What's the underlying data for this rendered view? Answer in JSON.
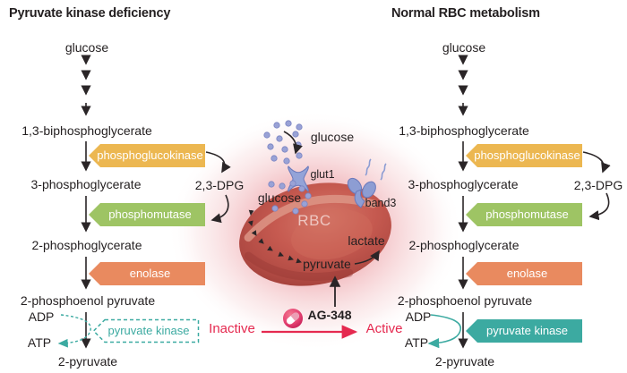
{
  "diagram": {
    "left": {
      "title": "Pyruvate kinase deficiency",
      "glucose": "glucose",
      "bpg13": "1,3-biphosphoglycerate",
      "pg3": "3-phosphoglycerate",
      "pg2": "2-phosphoglycerate",
      "pep2": "2-phosphoenol pyruvate",
      "pyr2": "2-pyruvate",
      "enz_phosphoglucokinase": "phosphoglucokinase",
      "enz_phosphomutase": "phosphomutase",
      "enz_enolase": "enolase",
      "enz_pyruvate_kinase": "pyruvate kinase",
      "adp": "ADP",
      "atp": "ATP",
      "dpg": "2,3-DPG",
      "state": "Inactive"
    },
    "right": {
      "title": "Normal RBC metabolism",
      "glucose": "glucose",
      "bpg13": "1,3-biphosphoglycerate",
      "pg3": "3-phosphoglycerate",
      "pg2": "2-phosphoglycerate",
      "pep2": "2-phosphoenol pyruvate",
      "pyr2": "2-pyruvate",
      "enz_phosphoglucokinase": "phosphoglucokinase",
      "enz_phosphomutase": "phosphomutase",
      "enz_enolase": "enolase",
      "enz_pyruvate_kinase": "pyruvate kinase",
      "adp": "ADP",
      "atp": "ATP",
      "dpg": "2,3-DPG",
      "state": "Active"
    },
    "center": {
      "glucose_out": "glucose",
      "glut1": "glut1",
      "band3": "band3",
      "glucose_in": "glucose",
      "rbc": "RBC",
      "pyruvate": "pyruvate",
      "lactate": "lactate",
      "drug": "AG-348"
    },
    "icons": {
      "drug": "pill-icon"
    },
    "colors": {
      "yellow": "#ecb751",
      "green": "#9ec464",
      "orange": "#e98a5f",
      "teal": "#3caaa1",
      "red": "#e5294f",
      "text": "#231f20"
    }
  }
}
